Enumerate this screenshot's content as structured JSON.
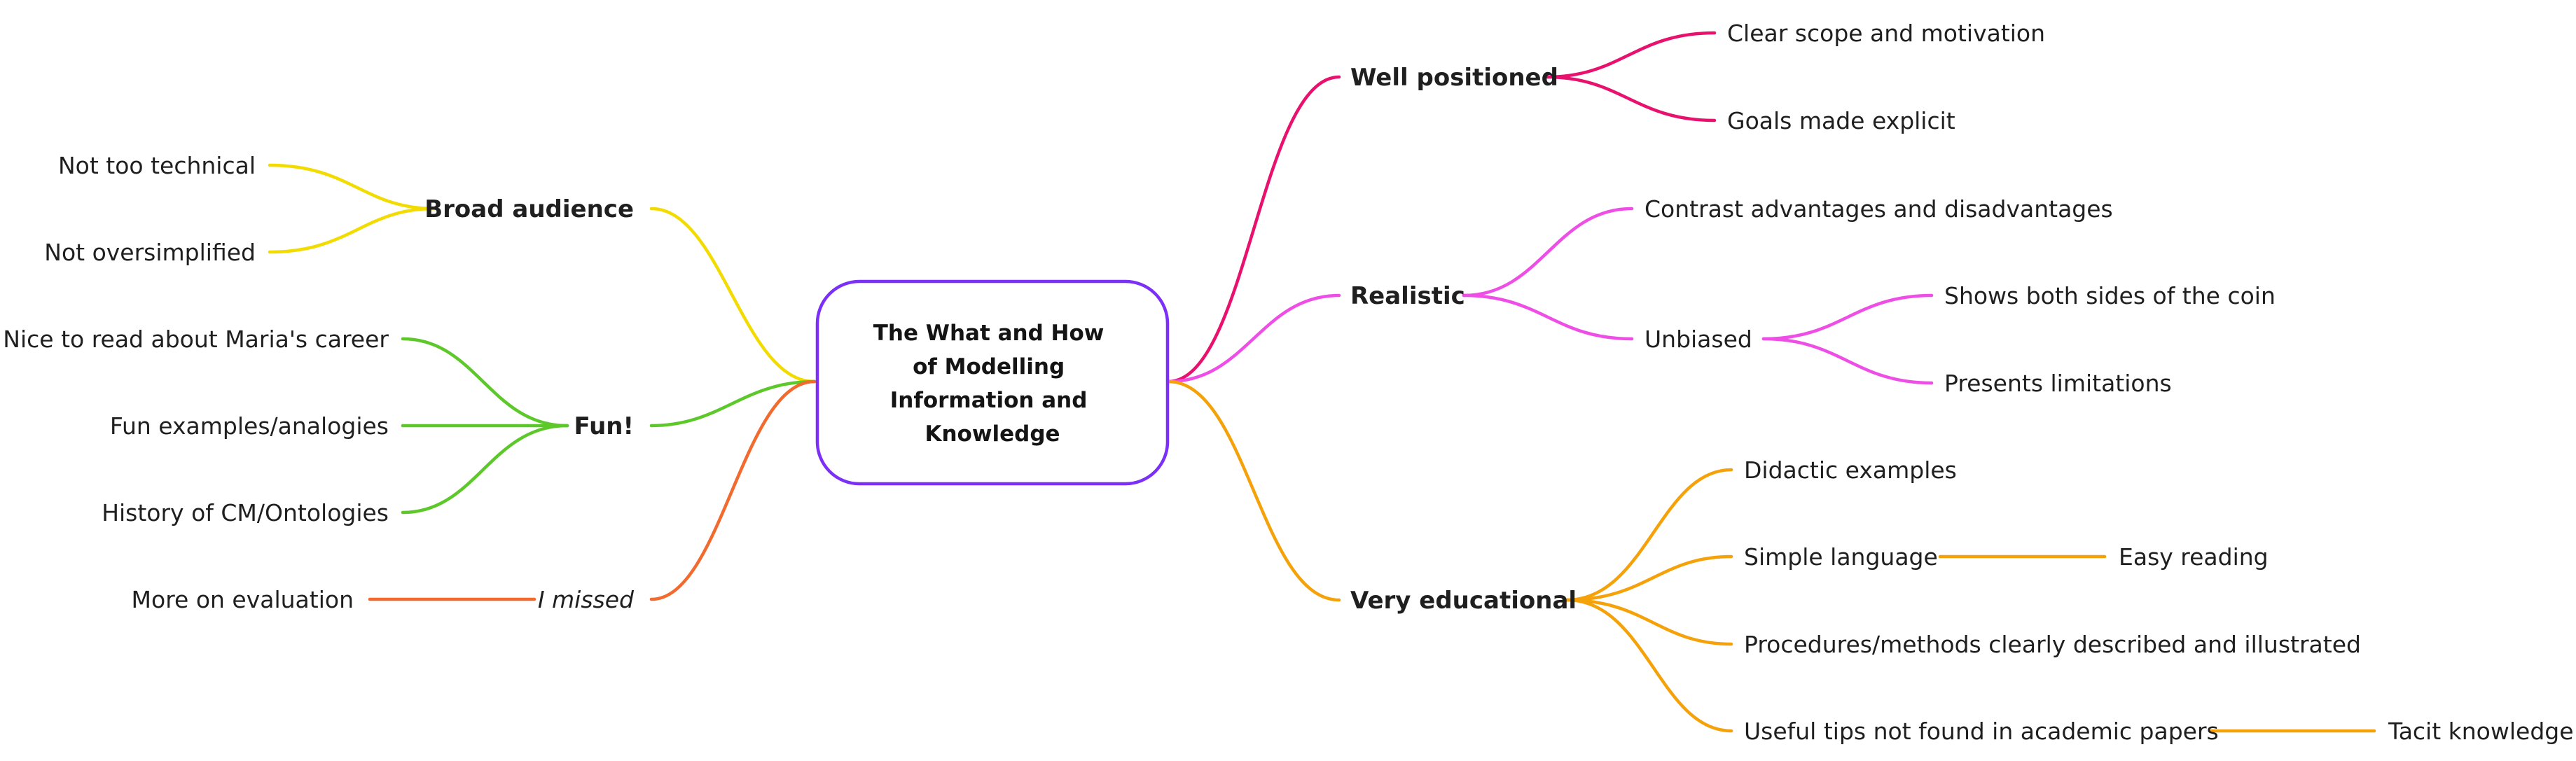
{
  "colors": {
    "root": "#7b2ff7",
    "yellow": "#f2dc00",
    "green": "#5cc82a",
    "orange_red": "#f26a2e",
    "crimson": "#e8116e",
    "magenta": "#ee4ee6",
    "orange": "#f5a20a"
  },
  "root": {
    "lines": [
      "The What and How",
      "of Modelling",
      "Information and",
      "Knowledge"
    ]
  },
  "left": {
    "broad_audience": {
      "label": "Broad audience",
      "children": [
        "Not too technical",
        "Not oversimplified"
      ]
    },
    "fun": {
      "label": "Fun!",
      "children": [
        "Nice to read about Maria's career",
        "Fun examples/analogies",
        "History of CM/Ontologies"
      ]
    },
    "i_missed": {
      "label": "I missed",
      "children": [
        "More on evaluation"
      ]
    }
  },
  "right": {
    "well_positioned": {
      "label": "Well positioned",
      "children": [
        "Clear scope and motivation",
        "Goals made explicit"
      ]
    },
    "realistic": {
      "label": "Realistic",
      "children": [
        "Contrast advantages and disadvantages",
        "Unbiased"
      ],
      "unbiased_children": [
        "Shows both sides of the coin",
        "Presents limitations"
      ]
    },
    "very_educational": {
      "label": "Very educational",
      "children": [
        "Didactic examples",
        "Simple language",
        "Procedures/methods clearly described and illustrated",
        "Useful tips not found in academic papers"
      ],
      "simple_language_child": "Easy reading",
      "useful_tips_child": "Tacit knowledge"
    }
  }
}
